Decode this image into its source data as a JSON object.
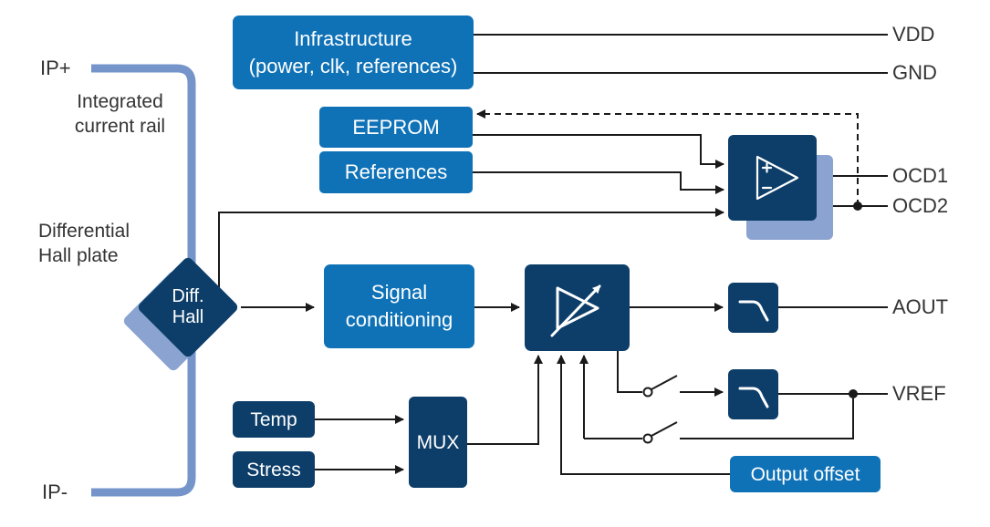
{
  "colors": {
    "box_blue": "#0f72b7",
    "box_navy": "#0d3e69",
    "shadow_blue": "#8aa3d0",
    "rail_blue": "#7494ca",
    "line": "#1a1a1a",
    "text_dark": "#333333"
  },
  "left_labels": {
    "ip_plus": "IP+",
    "ip_minus": "IP-",
    "rail_caption_line1": "Integrated",
    "rail_caption_line2": "current rail",
    "hall_caption_line1": "Differential",
    "hall_caption_line2": "Hall plate"
  },
  "pins": {
    "vdd": "VDD",
    "gnd": "GND",
    "ocd1": "OCD1",
    "ocd2": "OCD2",
    "aout": "AOUT",
    "vref": "VREF"
  },
  "blocks": {
    "infrastructure_line1": "Infrastructure",
    "infrastructure_line2": "(power, clk, references)",
    "eeprom": "EEPROM",
    "references": "References",
    "signal_conditioning_line1": "Signal",
    "signal_conditioning_line2": "conditioning",
    "diff_hall_line1": "Diff.",
    "diff_hall_line2": "Hall",
    "temp": "Temp",
    "stress": "Stress",
    "mux": "MUX",
    "output_offset": "Output offset"
  },
  "icons": {
    "pga": "variable-gain-amplifier-icon",
    "ocd": "opamp-comparator-icon",
    "aout_filter": "low-pass-filter-icon",
    "vref_filter": "low-pass-filter-icon",
    "switch": "analog-switch-icon"
  }
}
